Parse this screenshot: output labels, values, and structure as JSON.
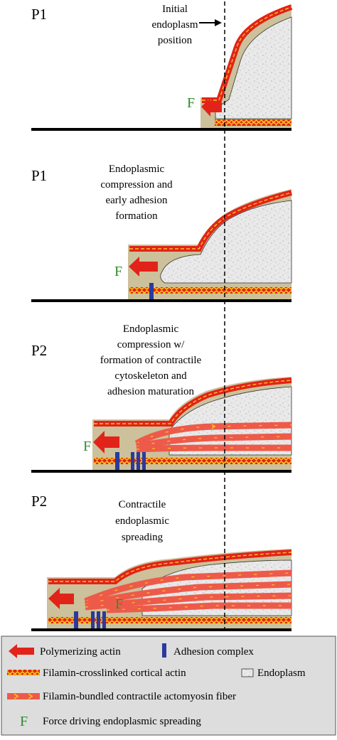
{
  "colors": {
    "cytoplasm": "#ccc19a",
    "actin_band": "#e2231a",
    "filamin_zigzag": "#f4c81a",
    "actomyosin": "#ee5a4a",
    "adhesion": "#2b3a9c",
    "endoplasm": "#e9e9e9",
    "force": "#2e8b2e",
    "legend_bg": "#dddddd"
  },
  "initial_position_label": [
    "Initial",
    "endoplasm",
    "position"
  ],
  "panels": [
    {
      "stage": "P1",
      "caption": [],
      "force": "F"
    },
    {
      "stage": "P1",
      "caption": [
        "Endoplasmic",
        "compression and",
        "early adhesion",
        "formation"
      ],
      "force": "F"
    },
    {
      "stage": "P2",
      "caption": [
        "Endoplasmic",
        "compression w/",
        "formation of contractile",
        "cytoskeleton and",
        "adhesion maturation"
      ],
      "force": "F"
    },
    {
      "stage": "P2",
      "caption": [
        "Contractile",
        "endoplasmic",
        "spreading"
      ],
      "force": "F"
    }
  ],
  "legend": {
    "polymerizing_actin": "Polymerizing actin",
    "adhesion_complex": "Adhesion complex",
    "filamin_crosslinked": "Filamin-crosslinked cortical actin",
    "endoplasm": "Endoplasm",
    "filamin_bundled": "Filamin-bundled contractile actomyosin fiber",
    "force_symbol": "F",
    "force_desc": "Force driving endoplasmic spreading"
  }
}
